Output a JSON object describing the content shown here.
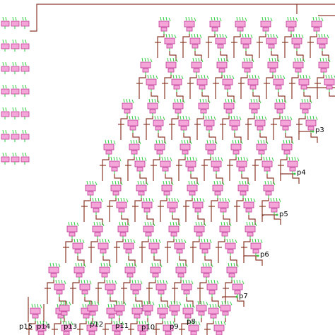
{
  "colors": {
    "wire": "#8b3a2a",
    "cell_fill": "#f4a6d8",
    "cell_stroke": "#c03a9a",
    "input_pin": "#2ecc40",
    "output_pin": "#2ecc40",
    "background": "#ffffff"
  },
  "diagram": {
    "grid_rows": 8,
    "grid_cols": 8,
    "left_bank_rows": 7,
    "left_bank_cols": 3
  },
  "outputs": {
    "p3": "p3",
    "p4": "p4",
    "p5": "p5",
    "p6": "p6",
    "p7": "p7",
    "p8": "p8",
    "p9": "p9",
    "p10": "p10",
    "p11": "p11",
    "p12": "p12",
    "p13": "p13",
    "p14": "p14",
    "p15": "p15"
  }
}
